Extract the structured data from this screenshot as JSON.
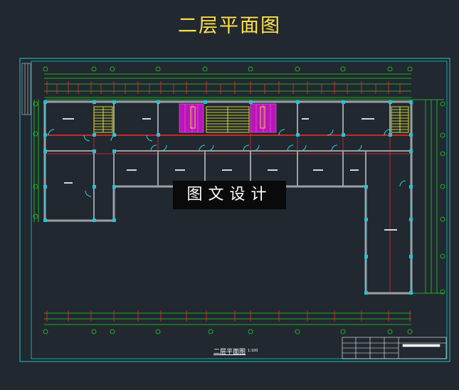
{
  "drawing": {
    "title": "二层平面图",
    "watermark": "图文设计",
    "caption": "二层平面图",
    "scale": "1:100"
  },
  "colors": {
    "background": "#212830",
    "title": "#ffe14a",
    "border": "#17c9c9",
    "axis": "#25d425",
    "wall": "#9aa0a6",
    "column": "#1fc4d8",
    "stairs": "#ffff33",
    "toilet": "#d21ad2",
    "hidden_line": "#ff2828",
    "door": "#29d6e0",
    "watermark_bg": "#0a0a0a",
    "watermark_text": "#ffffff"
  }
}
